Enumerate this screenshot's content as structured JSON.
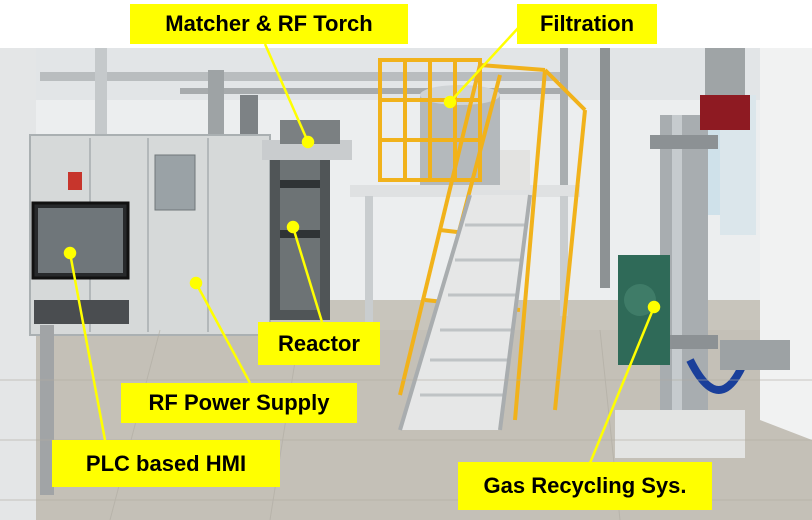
{
  "photo": {
    "subject": "RF thermal plasma powder processing facility",
    "colors": {
      "callout_fill": "#ffff00",
      "leader_line": "#ffff00",
      "cabinet": "#d9dcdc",
      "steel_frame": "#f3b61a",
      "floor": "#c9c6bd",
      "wall": "#eef0f1"
    }
  },
  "labels": {
    "matcher_rf_torch": "Matcher & RF  Torch",
    "filtration": "Filtration",
    "reactor": "Reactor",
    "rf_power_supply": "RF Power Supply",
    "plc_hmi": "PLC  based HMI",
    "gas_recycling": "Gas Recycling Sys."
  }
}
